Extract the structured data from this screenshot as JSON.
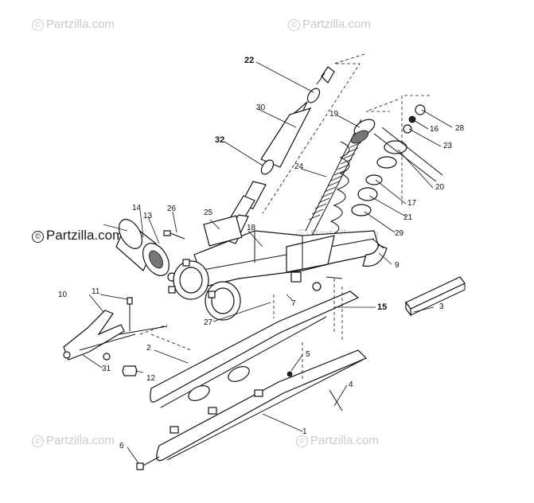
{
  "watermarks": {
    "top_left": "Partzilla.com",
    "top_right": "Partzilla.com",
    "mid_left": "Partzilla.com",
    "mid_right": "Partzilla.com",
    "bottom_left": "Partzilla.com",
    "bottom_right": "Partzilla.com",
    "symbol": "©"
  },
  "callouts": {
    "c1": "1",
    "c2": "2",
    "c3": "3",
    "c4": "4",
    "c5": "5",
    "c6": "6",
    "c7": "7",
    "c9": "9",
    "c10": "10",
    "c11": "11",
    "c12": "12",
    "c13": "13",
    "c14": "14",
    "c15": "15",
    "c16": "16",
    "c17": "17",
    "c18": "18",
    "c19": "19",
    "c20": "20",
    "c21": "21",
    "c22": "22",
    "c23": "23",
    "c24": "24",
    "c25": "25",
    "c26": "26",
    "c27": "27",
    "c28": "28",
    "c29": "29",
    "c30": "30",
    "c31": "31",
    "c32": "32"
  }
}
